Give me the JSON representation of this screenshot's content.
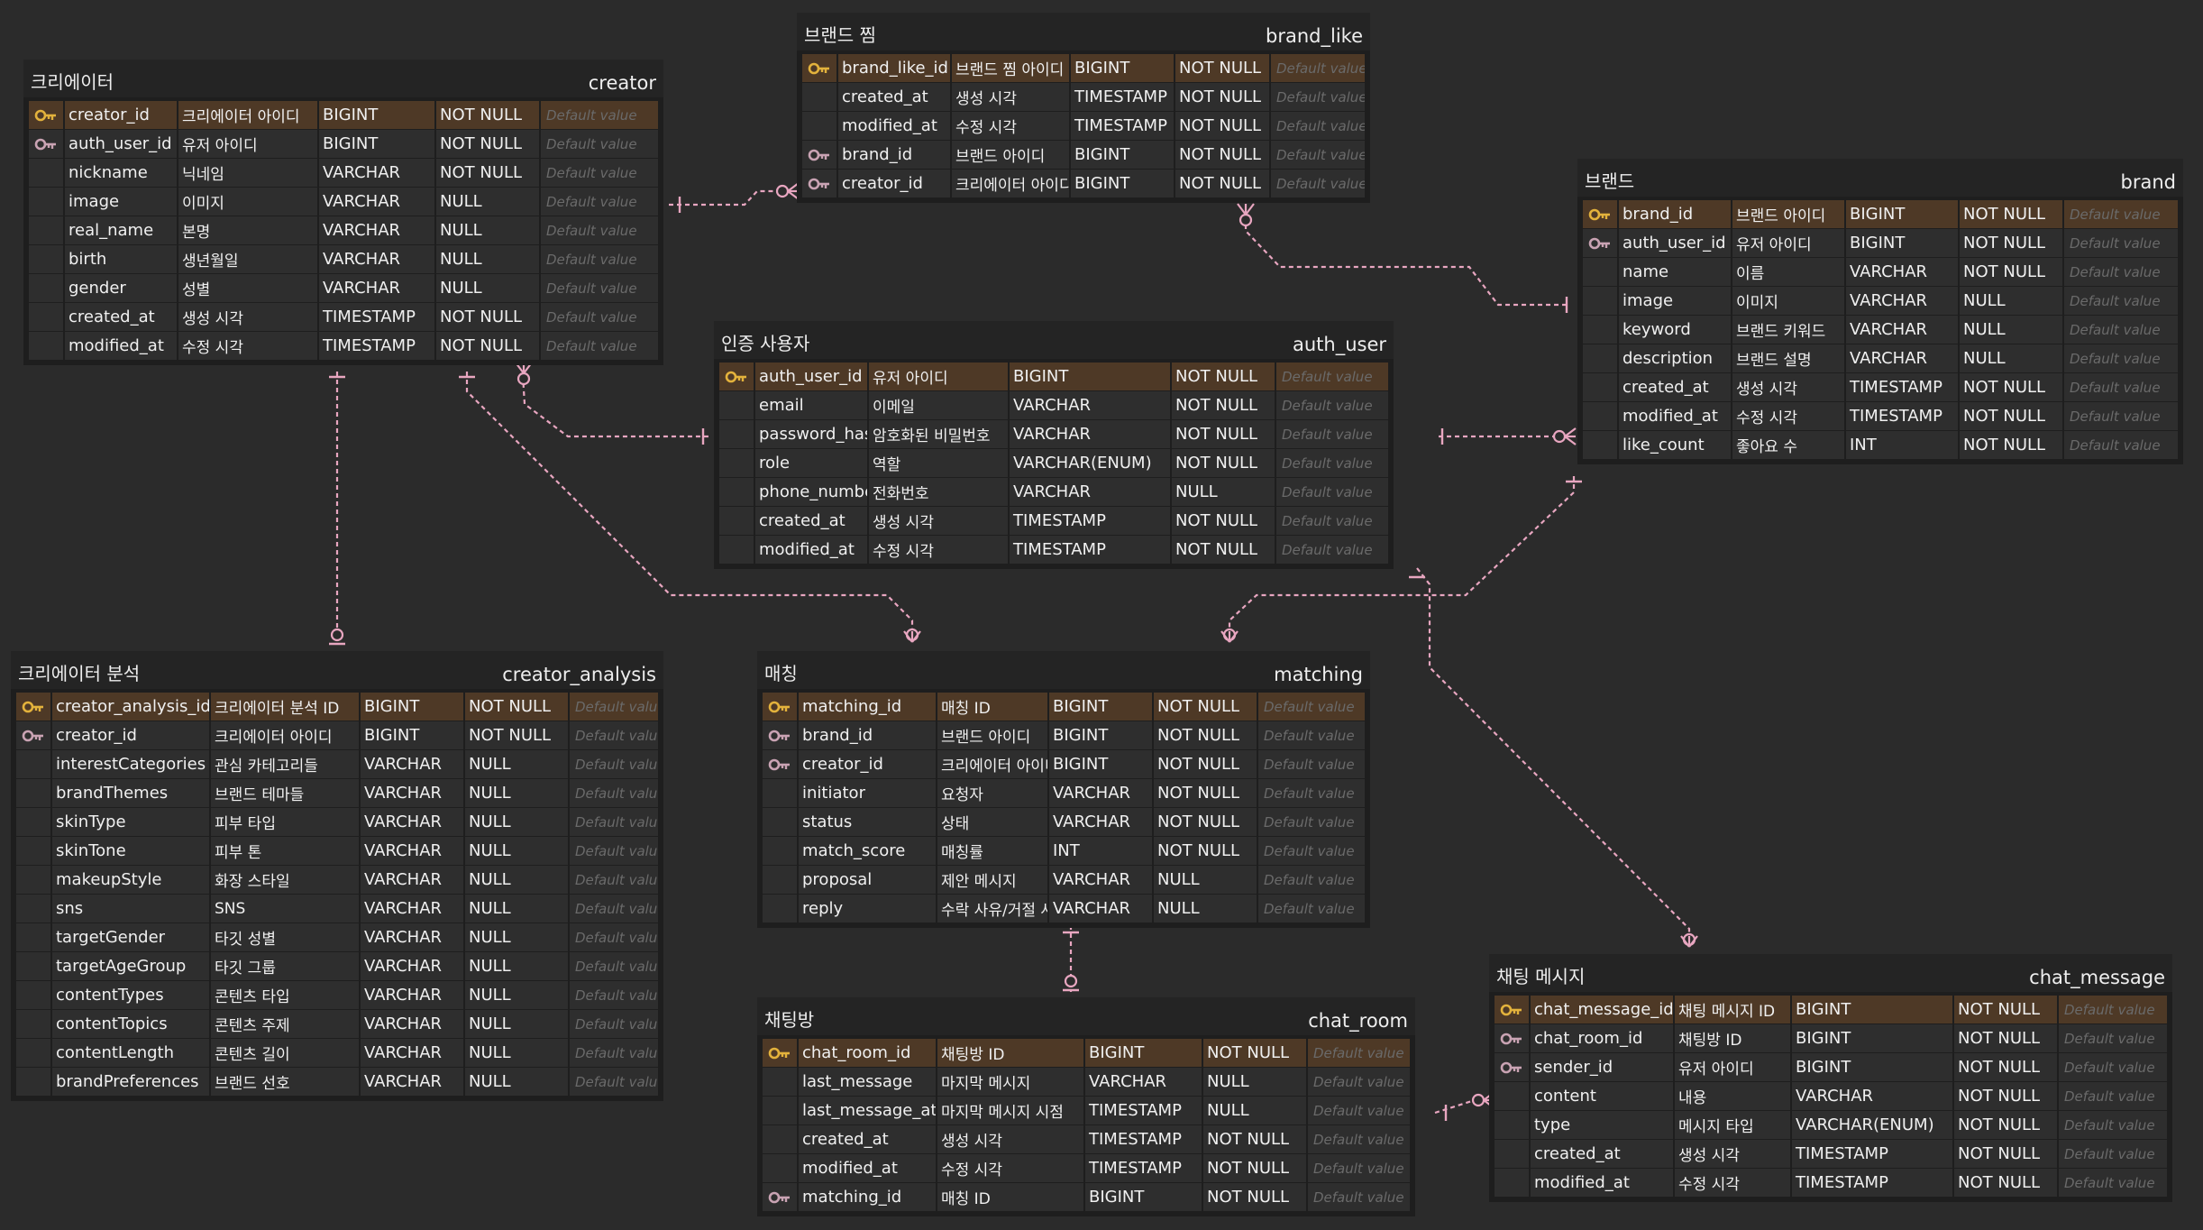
{
  "colors": {
    "background": "#2b2b2b",
    "pk_row": "#4e3926",
    "row": "#2e2e2e",
    "relation": "#e8a6c0",
    "pk_icon": "#e3b23c",
    "fk_icon": "#c9a3b3"
  },
  "tables": [
    {
      "id": "creator",
      "ko": "크리에이터",
      "en": "creator",
      "rows": [
        {
          "key": "pk",
          "name": "creator_id",
          "comment": "크리에이터 아이디",
          "type": "BIGINT",
          "null": "NOT NULL",
          "def": "Default value"
        },
        {
          "key": "fk",
          "name": "auth_user_id",
          "comment": "유저 아이디",
          "type": "BIGINT",
          "null": "NOT NULL",
          "def": "Default value"
        },
        {
          "key": "",
          "name": "nickname",
          "comment": "닉네임",
          "type": "VARCHAR",
          "null": "NOT NULL",
          "def": "Default value"
        },
        {
          "key": "",
          "name": "image",
          "comment": "이미지",
          "type": "VARCHAR",
          "null": "NULL",
          "def": "Default value"
        },
        {
          "key": "",
          "name": "real_name",
          "comment": "본명",
          "type": "VARCHAR",
          "null": "NULL",
          "def": "Default value"
        },
        {
          "key": "",
          "name": "birth",
          "comment": "생년월일",
          "type": "VARCHAR",
          "null": "NULL",
          "def": "Default value"
        },
        {
          "key": "",
          "name": "gender",
          "comment": "성별",
          "type": "VARCHAR",
          "null": "NULL",
          "def": "Default value"
        },
        {
          "key": "",
          "name": "created_at",
          "comment": "생성 시각",
          "type": "TIMESTAMP",
          "null": "NOT NULL",
          "def": "Default value"
        },
        {
          "key": "",
          "name": "modified_at",
          "comment": "수정 시각",
          "type": "TIMESTAMP",
          "null": "NOT NULL",
          "def": "Default value"
        }
      ]
    },
    {
      "id": "brand_like",
      "ko": "브랜드 찜",
      "en": "brand_like",
      "rows": [
        {
          "key": "pk",
          "name": "brand_like_id",
          "comment": "브랜드 찜 아이디",
          "type": "BIGINT",
          "null": "NOT NULL",
          "def": "Default value"
        },
        {
          "key": "",
          "name": "created_at",
          "comment": "생성 시각",
          "type": "TIMESTAMP",
          "null": "NOT NULL",
          "def": "Default value"
        },
        {
          "key": "",
          "name": "modified_at",
          "comment": "수정 시각",
          "type": "TIMESTAMP",
          "null": "NOT NULL",
          "def": "Default value"
        },
        {
          "key": "fk",
          "name": "brand_id",
          "comment": "브랜드 아이디",
          "type": "BIGINT",
          "null": "NOT NULL",
          "def": "Default value"
        },
        {
          "key": "fk",
          "name": "creator_id",
          "comment": "크리에이터 아이디",
          "type": "BIGINT",
          "null": "NOT NULL",
          "def": "Default value"
        }
      ]
    },
    {
      "id": "brand",
      "ko": "브랜드",
      "en": "brand",
      "rows": [
        {
          "key": "pk",
          "name": "brand_id",
          "comment": "브랜드 아이디",
          "type": "BIGINT",
          "null": "NOT NULL",
          "def": "Default value"
        },
        {
          "key": "fk",
          "name": "auth_user_id",
          "comment": "유저 아이디",
          "type": "BIGINT",
          "null": "NOT NULL",
          "def": "Default value"
        },
        {
          "key": "",
          "name": "name",
          "comment": "이름",
          "type": "VARCHAR",
          "null": "NOT NULL",
          "def": "Default value"
        },
        {
          "key": "",
          "name": "image",
          "comment": "이미지",
          "type": "VARCHAR",
          "null": "NULL",
          "def": "Default value"
        },
        {
          "key": "",
          "name": "keyword",
          "comment": "브랜드 키워드",
          "type": "VARCHAR",
          "null": "NULL",
          "def": "Default value"
        },
        {
          "key": "",
          "name": "description",
          "comment": "브랜드 설명",
          "type": "VARCHAR",
          "null": "NULL",
          "def": "Default value"
        },
        {
          "key": "",
          "name": "created_at",
          "comment": "생성 시각",
          "type": "TIMESTAMP",
          "null": "NOT NULL",
          "def": "Default value"
        },
        {
          "key": "",
          "name": "modified_at",
          "comment": "수정 시각",
          "type": "TIMESTAMP",
          "null": "NOT NULL",
          "def": "Default value"
        },
        {
          "key": "",
          "name": "like_count",
          "comment": "좋아요 수",
          "type": "INT",
          "null": "NOT NULL",
          "def": "Default value"
        }
      ]
    },
    {
      "id": "auth_user",
      "ko": "인증 사용자",
      "en": "auth_user",
      "rows": [
        {
          "key": "pk",
          "name": "auth_user_id",
          "comment": "유저 아이디",
          "type": "BIGINT",
          "null": "NOT NULL",
          "def": "Default value"
        },
        {
          "key": "",
          "name": "email",
          "comment": "이메일",
          "type": "VARCHAR",
          "null": "NOT NULL",
          "def": "Default value"
        },
        {
          "key": "",
          "name": "password_hash",
          "comment": "암호화된 비밀번호",
          "type": "VARCHAR",
          "null": "NOT NULL",
          "def": "Default value"
        },
        {
          "key": "",
          "name": "role",
          "comment": "역할",
          "type": "VARCHAR(ENUM)",
          "null": "NOT NULL",
          "def": "Default value"
        },
        {
          "key": "",
          "name": "phone_number",
          "comment": "전화번호",
          "type": "VARCHAR",
          "null": "NULL",
          "def": "Default value"
        },
        {
          "key": "",
          "name": "created_at",
          "comment": "생성 시각",
          "type": "TIMESTAMP",
          "null": "NOT NULL",
          "def": "Default value"
        },
        {
          "key": "",
          "name": "modified_at",
          "comment": "수정 시각",
          "type": "TIMESTAMP",
          "null": "NOT NULL",
          "def": "Default value"
        }
      ]
    },
    {
      "id": "creator_analysis",
      "ko": "크리에이터 분석",
      "en": "creator_analysis",
      "rows": [
        {
          "key": "pk",
          "name": "creator_analysis_id",
          "comment": "크리에이터 분석 ID",
          "type": "BIGINT",
          "null": "NOT NULL",
          "def": "Default value"
        },
        {
          "key": "fk",
          "name": "creator_id",
          "comment": "크리에이터 아이디",
          "type": "BIGINT",
          "null": "NOT NULL",
          "def": "Default value"
        },
        {
          "key": "",
          "name": "interestCategories",
          "comment": "관심 카테고리들",
          "type": "VARCHAR",
          "null": "NULL",
          "def": "Default value"
        },
        {
          "key": "",
          "name": "brandThemes",
          "comment": "브랜드 테마들",
          "type": "VARCHAR",
          "null": "NULL",
          "def": "Default value"
        },
        {
          "key": "",
          "name": "skinType",
          "comment": "피부 타입",
          "type": "VARCHAR",
          "null": "NULL",
          "def": "Default value"
        },
        {
          "key": "",
          "name": "skinTone",
          "comment": "피부 톤",
          "type": "VARCHAR",
          "null": "NULL",
          "def": "Default value"
        },
        {
          "key": "",
          "name": "makeupStyle",
          "comment": "화장 스타일",
          "type": "VARCHAR",
          "null": "NULL",
          "def": "Default value"
        },
        {
          "key": "",
          "name": "sns",
          "comment": "SNS",
          "type": "VARCHAR",
          "null": "NULL",
          "def": "Default value"
        },
        {
          "key": "",
          "name": "targetGender",
          "comment": "타깃 성별",
          "type": "VARCHAR",
          "null": "NULL",
          "def": "Default value"
        },
        {
          "key": "",
          "name": "targetAgeGroup",
          "comment": "타깃 그룹",
          "type": "VARCHAR",
          "null": "NULL",
          "def": "Default value"
        },
        {
          "key": "",
          "name": "contentTypes",
          "comment": "콘텐츠 타입",
          "type": "VARCHAR",
          "null": "NULL",
          "def": "Default value"
        },
        {
          "key": "",
          "name": "contentTopics",
          "comment": "콘텐츠 주제",
          "type": "VARCHAR",
          "null": "NULL",
          "def": "Default value"
        },
        {
          "key": "",
          "name": "contentLength",
          "comment": "콘텐츠 길이",
          "type": "VARCHAR",
          "null": "NULL",
          "def": "Default value"
        },
        {
          "key": "",
          "name": "brandPreferences",
          "comment": "브랜드 선호",
          "type": "VARCHAR",
          "null": "NULL",
          "def": "Default value"
        }
      ]
    },
    {
      "id": "matching",
      "ko": "매칭",
      "en": "matching",
      "rows": [
        {
          "key": "pk",
          "name": "matching_id",
          "comment": "매칭 ID",
          "type": "BIGINT",
          "null": "NOT NULL",
          "def": "Default value"
        },
        {
          "key": "fk",
          "name": "brand_id",
          "comment": "브랜드 아이디",
          "type": "BIGINT",
          "null": "NOT NULL",
          "def": "Default value"
        },
        {
          "key": "fk",
          "name": "creator_id",
          "comment": "크리에이터 아이디",
          "type": "BIGINT",
          "null": "NOT NULL",
          "def": "Default value"
        },
        {
          "key": "",
          "name": "initiator",
          "comment": "요청자",
          "type": "VARCHAR",
          "null": "NOT NULL",
          "def": "Default value"
        },
        {
          "key": "",
          "name": "status",
          "comment": "상태",
          "type": "VARCHAR",
          "null": "NOT NULL",
          "def": "Default value"
        },
        {
          "key": "",
          "name": "match_score",
          "comment": "매칭률",
          "type": "INT",
          "null": "NOT NULL",
          "def": "Default value"
        },
        {
          "key": "",
          "name": "proposal",
          "comment": "제안 메시지",
          "type": "VARCHAR",
          "null": "NULL",
          "def": "Default value"
        },
        {
          "key": "",
          "name": "reply",
          "comment": "수락 사유/거절 사유",
          "type": "VARCHAR",
          "null": "NULL",
          "def": "Default value"
        }
      ]
    },
    {
      "id": "chat_room",
      "ko": "채팅방",
      "en": "chat_room",
      "rows": [
        {
          "key": "pk",
          "name": "chat_room_id",
          "comment": "채팅방 ID",
          "type": "BIGINT",
          "null": "NOT NULL",
          "def": "Default value"
        },
        {
          "key": "",
          "name": "last_message",
          "comment": "마지막 메시지",
          "type": "VARCHAR",
          "null": "NULL",
          "def": "Default value"
        },
        {
          "key": "",
          "name": "last_message_at",
          "comment": "마지막 메시지 시점",
          "type": "TIMESTAMP",
          "null": "NULL",
          "def": "Default value"
        },
        {
          "key": "",
          "name": "created_at",
          "comment": "생성 시각",
          "type": "TIMESTAMP",
          "null": "NOT NULL",
          "def": "Default value"
        },
        {
          "key": "",
          "name": "modified_at",
          "comment": "수정 시각",
          "type": "TIMESTAMP",
          "null": "NOT NULL",
          "def": "Default value"
        },
        {
          "key": "fk",
          "name": "matching_id",
          "comment": "매칭 ID",
          "type": "BIGINT",
          "null": "NOT NULL",
          "def": "Default value"
        }
      ]
    },
    {
      "id": "chat_message",
      "ko": "채팅 메시지",
      "en": "chat_message",
      "rows": [
        {
          "key": "pk",
          "name": "chat_message_id",
          "comment": "채팅 메시지 ID",
          "type": "BIGINT",
          "null": "NOT NULL",
          "def": "Default value"
        },
        {
          "key": "fk",
          "name": "chat_room_id",
          "comment": "채팅방 ID",
          "type": "BIGINT",
          "null": "NOT NULL",
          "def": "Default value"
        },
        {
          "key": "fk",
          "name": "sender_id",
          "comment": "유저 아이디",
          "type": "BIGINT",
          "null": "NOT NULL",
          "def": "Default value"
        },
        {
          "key": "",
          "name": "content",
          "comment": "내용",
          "type": "VARCHAR",
          "null": "NOT NULL",
          "def": "Default value"
        },
        {
          "key": "",
          "name": "type",
          "comment": "메시지 타입",
          "type": "VARCHAR(ENUM)",
          "null": "NOT NULL",
          "def": "Default value"
        },
        {
          "key": "",
          "name": "created_at",
          "comment": "생성 시각",
          "type": "TIMESTAMP",
          "null": "NOT NULL",
          "def": "Default value"
        },
        {
          "key": "",
          "name": "modified_at",
          "comment": "수정 시각",
          "type": "TIMESTAMP",
          "null": "NOT NULL",
          "def": "Default value"
        }
      ]
    }
  ],
  "relations": [
    {
      "from": "creator",
      "to": "brand_like"
    },
    {
      "from": "brand",
      "to": "brand_like"
    },
    {
      "from": "auth_user",
      "to": "creator"
    },
    {
      "from": "auth_user",
      "to": "brand"
    },
    {
      "from": "creator",
      "to": "creator_analysis"
    },
    {
      "from": "creator",
      "to": "matching"
    },
    {
      "from": "brand",
      "to": "matching"
    },
    {
      "from": "matching",
      "to": "chat_room"
    },
    {
      "from": "chat_room",
      "to": "chat_message"
    },
    {
      "from": "auth_user",
      "to": "chat_message"
    }
  ]
}
